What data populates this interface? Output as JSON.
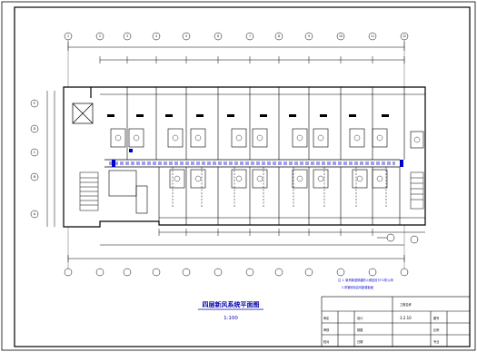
{
  "drawing": {
    "title": "四层新风系统平面图",
    "scale": "1:100"
  },
  "notes": {
    "line1": "注 1. 新风管道穿越防火墙处设70℃防火阀",
    "line2": "2.风管底标高均距楼板面"
  },
  "title_block": {
    "project_cell": "工程名称",
    "drawing_number": "3.2.10",
    "rows_left": [
      "审定",
      "审核",
      "校对"
    ],
    "rows_mid": [
      "设计",
      "制图",
      "日期"
    ],
    "rows_right": [
      "图号",
      "比例",
      "专业"
    ]
  },
  "grid": {
    "column_labels": [
      "1",
      "2",
      "3",
      "4",
      "5",
      "6",
      "7",
      "8",
      "9",
      "10",
      "11",
      "12"
    ],
    "row_labels": [
      "A",
      "B",
      "C",
      "D",
      "E"
    ]
  },
  "colors": {
    "line": "#000000",
    "accent": "#0000cc",
    "background": "#ffffff"
  }
}
